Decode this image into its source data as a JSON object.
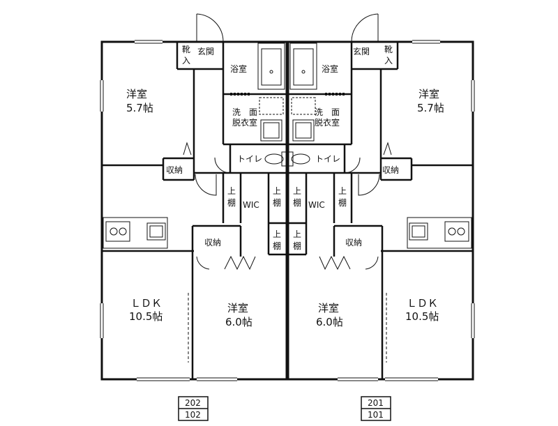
{
  "units": {
    "left": {
      "entrance": "玄関",
      "shoe_storage": "靴入",
      "bathroom": "浴室",
      "washroom_line1": "洗　面",
      "washroom_line2": "脱衣室",
      "toilet": "トイレ",
      "bedroom_top_name": "洋室",
      "bedroom_top_size": "5.7帖",
      "storage_small": "収納",
      "wic": "WIC",
      "shelf": "上棚",
      "ldk_name": "ＬＤＫ",
      "ldk_size": "10.5帖",
      "storage_bed": "収納",
      "bedroom_bottom_name": "洋室",
      "bedroom_bottom_size": "6.0帖",
      "unit_upper": "202",
      "unit_lower": "102"
    },
    "right": {
      "entrance": "玄関",
      "shoe_storage": "靴入",
      "bathroom": "浴室",
      "washroom_line1": "洗　面",
      "washroom_line2": "脱衣室",
      "toilet": "トイレ",
      "bedroom_top_name": "洋室",
      "bedroom_top_size": "5.7帖",
      "storage_small": "収納",
      "wic": "WIC",
      "shelf": "上棚",
      "ldk_name": "ＬＤＫ",
      "ldk_size": "10.5帖",
      "storage_bed": "収納",
      "bedroom_bottom_name": "洋室",
      "bedroom_bottom_size": "6.0帖",
      "unit_upper": "201",
      "unit_lower": "101"
    }
  }
}
